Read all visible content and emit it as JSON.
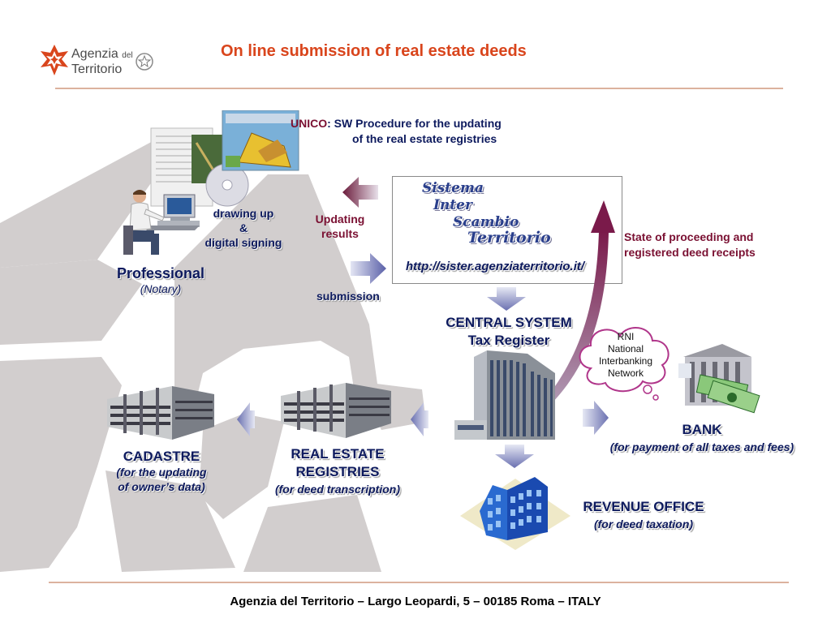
{
  "header": {
    "logo_line1": "Agenzia",
    "logo_del": "del",
    "logo_line2": "Territorio",
    "title": "On line submission of real estate deeds"
  },
  "unico": {
    "name": "UNICO",
    "line1": ": SW Procedure for the updating",
    "line2": "of the real estate registries"
  },
  "sister": {
    "word_s": "Sistema",
    "word_i": "Inter",
    "word_sc": "Scambio",
    "word_t": "Territorio",
    "url": "http://sister.agenziaterritorio.it/"
  },
  "labels": {
    "drawing_1": "drawing up",
    "drawing_2": "&",
    "drawing_3": "digital signing",
    "updating_1": "Updating",
    "updating_2": "results",
    "submission": "submission",
    "state_1": "State of proceeding and",
    "state_2": "registered deed receipts",
    "professional": "Professional",
    "notary": "(Notary)",
    "central_1": "CENTRAL SYSTEM",
    "central_2": "Tax Register",
    "rni_1": "RNI",
    "rni_2": "National",
    "rni_3": "Interbanking",
    "rni_4": "Network",
    "bank": "BANK",
    "bank_sub": "(for payment of all taxes and fees)",
    "cadastre": "CADASTRE",
    "cadastre_sub1": "(for the updating",
    "cadastre_sub2": "of owner’s data)",
    "rer_1": "REAL ESTATE",
    "rer_2": "REGISTRIES",
    "rer_sub": "(for deed transcription)",
    "revenue": "REVENUE OFFICE",
    "revenue_sub": "(for deed taxation)"
  },
  "footer": {
    "text": "Agenzia del Territorio – Largo Leopardi, 5 – 00185 Roma – ITALY"
  },
  "colors": {
    "title": "#d9451c",
    "navy": "#0d1a5e",
    "maroon": "#7a1032",
    "rule": "#b8643e",
    "background_shape": "#d0cccc"
  }
}
